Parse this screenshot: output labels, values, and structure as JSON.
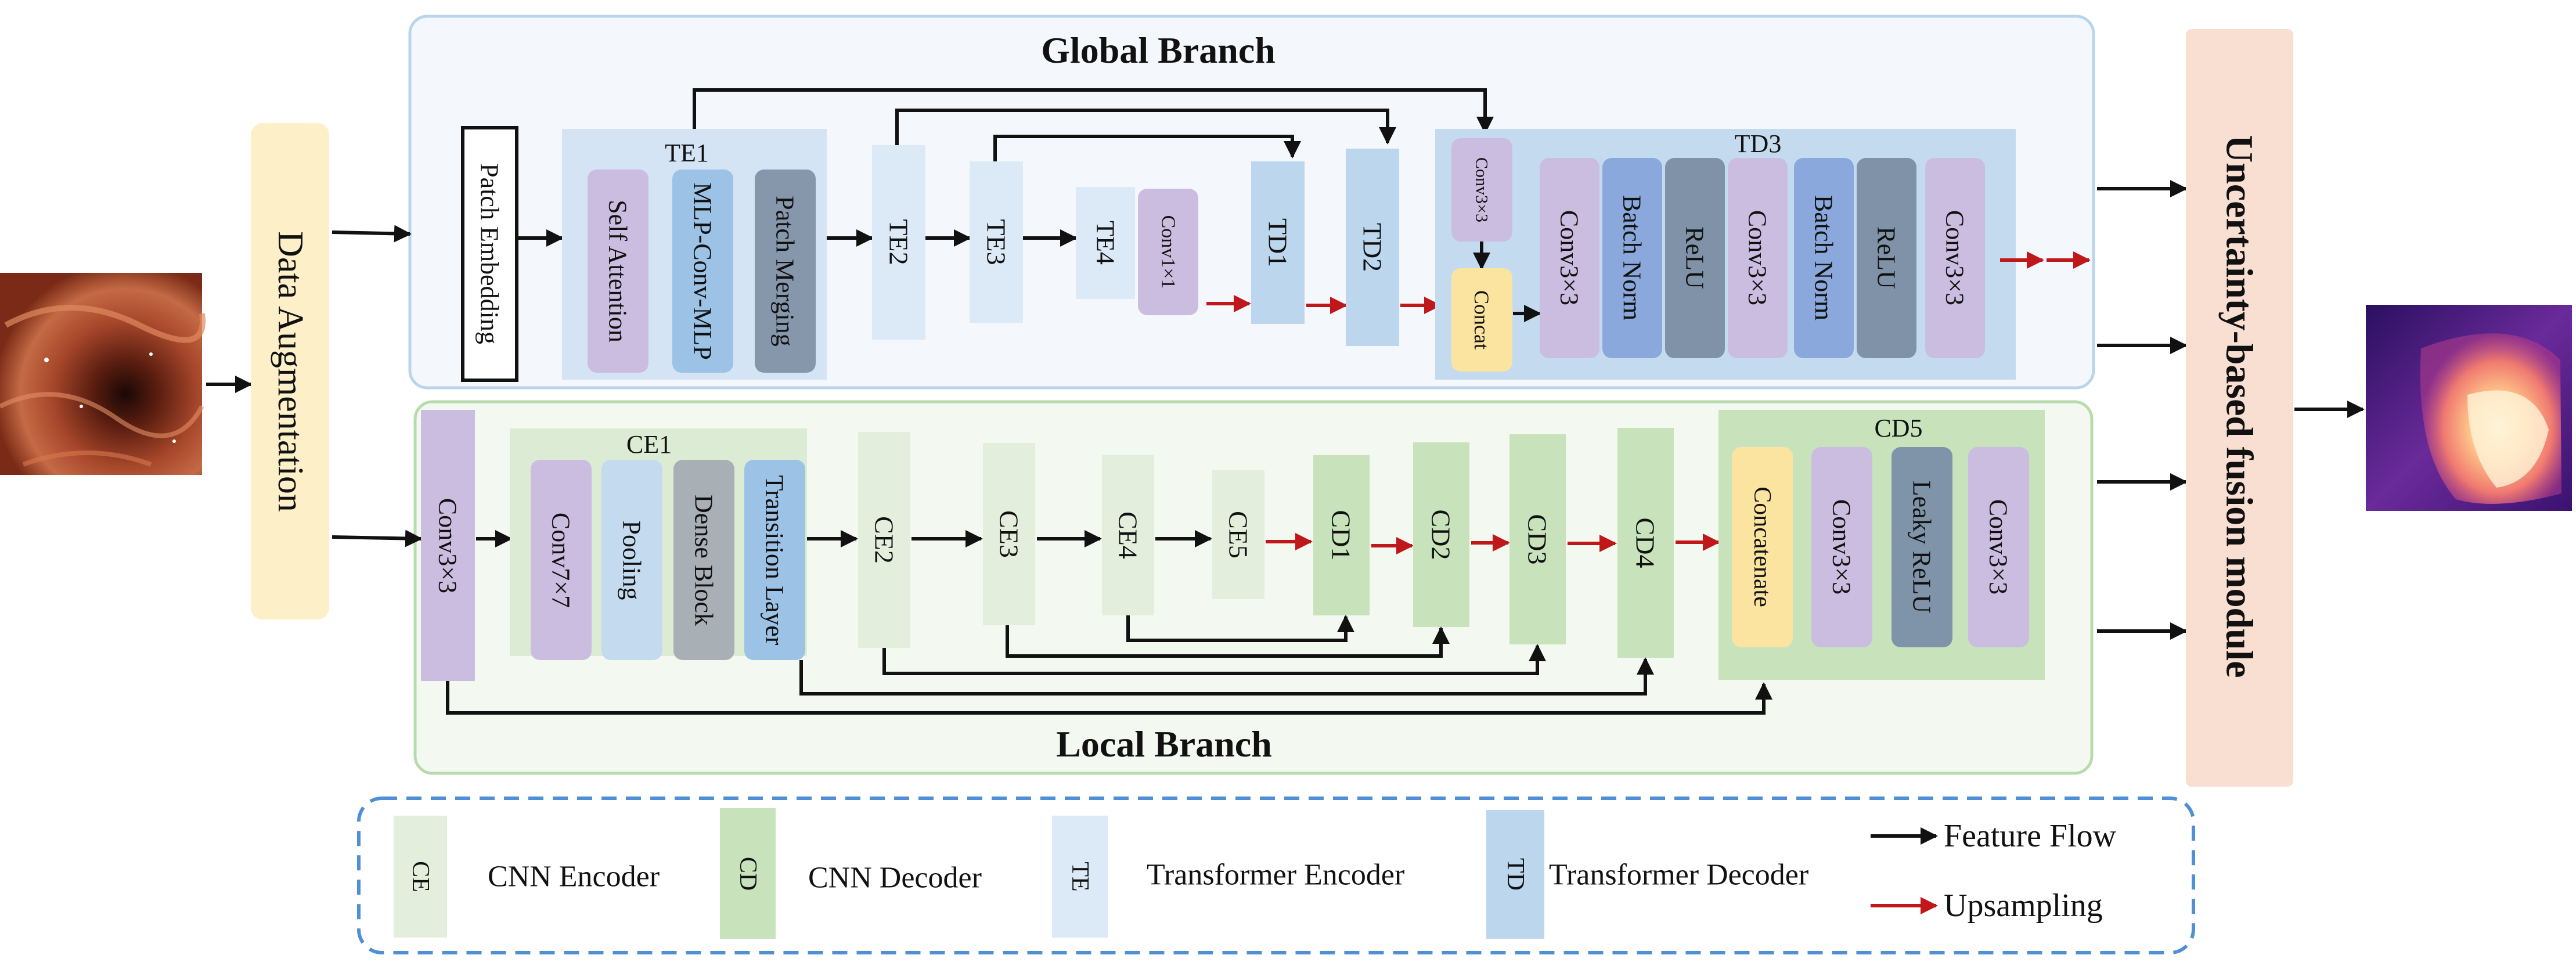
{
  "colors": {
    "global_bg": "#f4f8fd",
    "global_border": "#b9d4ec",
    "local_bg": "#f3f8f0",
    "local_border": "#b8dbac",
    "te_panel": "#d4e4f4",
    "td_panel": "#c4dbef",
    "ce_panel": "#dcebd4",
    "cd_panel": "#c8e3bc",
    "te": "#dce9f6",
    "td": "#bcd6ee",
    "ce": "#e3efdc",
    "cd": "#c8e3bc",
    "lavender": "#cbbde0",
    "blue": "#9cc2e6",
    "slate": "#8696ab",
    "batchnorm": "#8aa8dc",
    "relu": "#7f92a7",
    "concat": "#fbe3a0",
    "leaky": "#7f93a9",
    "data_aug": "#fdf0c8",
    "fusion": "#f9ded2",
    "feature_arrow": "#111111",
    "upsample_arrow": "#c0171b",
    "legend_border": "#4f8fd6"
  },
  "icons": {
    "input_image": "colonoscopy-image-icon",
    "output_image": "depth-map-icon"
  },
  "labels": {
    "global_branch": "Global Branch",
    "local_branch": "Local Branch",
    "data_augmentation": "Data Augmentation",
    "fusion_module": "Uncertainty-based fusion module",
    "patch_embedding": "Patch Embedding",
    "te1": "TE1",
    "self_attention": "Self Attention",
    "mlp_conv_mlp": "MLP-Conv-MLP",
    "patch_merging": "Patch Merging",
    "te2": "TE2",
    "te3": "TE3",
    "te4": "TE4",
    "conv1x1": "Conv1×1",
    "td1": "TD1",
    "td2": "TD2",
    "td3": "TD3",
    "td3_conv_small": "Conv3×3",
    "td3_concat": "Concat",
    "td3_conv_a": "Conv3×3",
    "td3_bn_a": "Batch Norm",
    "td3_relu_a": "ReLU",
    "td3_conv_b": "Conv3×3",
    "td3_bn_b": "Batch Norm",
    "td3_relu_b": "ReLU",
    "td3_conv_c": "Conv3×3",
    "conv_local": "Conv3×3",
    "ce1": "CE1",
    "conv7x7": "Conv7×7",
    "pooling": "Pooling",
    "dense_block": "Dense Block",
    "transition_layer": "Transition Layer",
    "ce2": "CE2",
    "ce3": "CE3",
    "ce4": "CE4",
    "ce5": "CE5",
    "cd1": "CD1",
    "cd2": "CD2",
    "cd3": "CD3",
    "cd4": "CD4",
    "cd5": "CD5",
    "cd5_concatenate": "Concatenate",
    "cd5_conv_a": "Conv3×3",
    "cd5_leaky": "Leaky ReLU",
    "cd5_conv_b": "Conv3×3"
  },
  "legend": {
    "ce_box": "CE",
    "ce_text": "CNN Encoder",
    "cd_box": "CD",
    "cd_text": "CNN Decoder",
    "te_box": "TE",
    "te_text": "Transformer Encoder",
    "td_box": "TD",
    "td_text": "Transformer Decoder",
    "feature_flow": "Feature Flow",
    "upsampling": "Upsampling"
  }
}
